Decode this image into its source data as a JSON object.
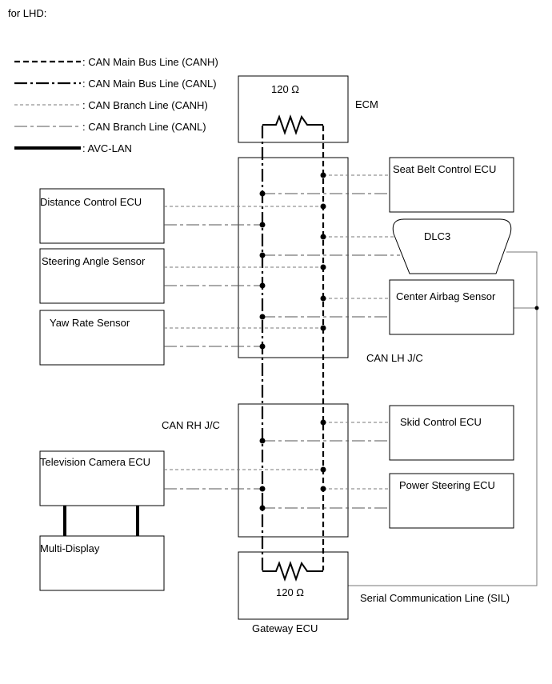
{
  "header": {
    "text": "for LHD:"
  },
  "legend": [
    {
      "style": "mainH",
      "label": ": CAN Main Bus Line (CANH)"
    },
    {
      "style": "mainL",
      "label": ": CAN Main Bus Line (CANL)"
    },
    {
      "style": "branchH",
      "label": ": CAN Branch Line (CANH)"
    },
    {
      "style": "branchL",
      "label": ": CAN Branch Line (CANL)"
    },
    {
      "style": "avc",
      "label": ": AVC-LAN"
    }
  ],
  "labels": {
    "ecm": "ECM",
    "ecm_res": "120 Ω",
    "gateway": "Gateway ECU",
    "gateway_res": "120 Ω",
    "lh_jc": "CAN LH J/C",
    "rh_jc": "CAN RH J/C",
    "sil": "Serial Communication Line (SIL)"
  },
  "ecus": {
    "seat_belt": "Seat Belt Control ECU",
    "distance": "Distance Control ECU",
    "dlc3": "DLC3",
    "steering_angle": "Steering Angle Sensor",
    "center_airbag": "Center Airbag Sensor",
    "yaw_rate": "Yaw Rate Sensor",
    "skid": "Skid Control ECU",
    "tv_camera": "Television Camera ECU",
    "power_steering": "Power Steering ECU",
    "multi_display": "Multi-Display"
  }
}
